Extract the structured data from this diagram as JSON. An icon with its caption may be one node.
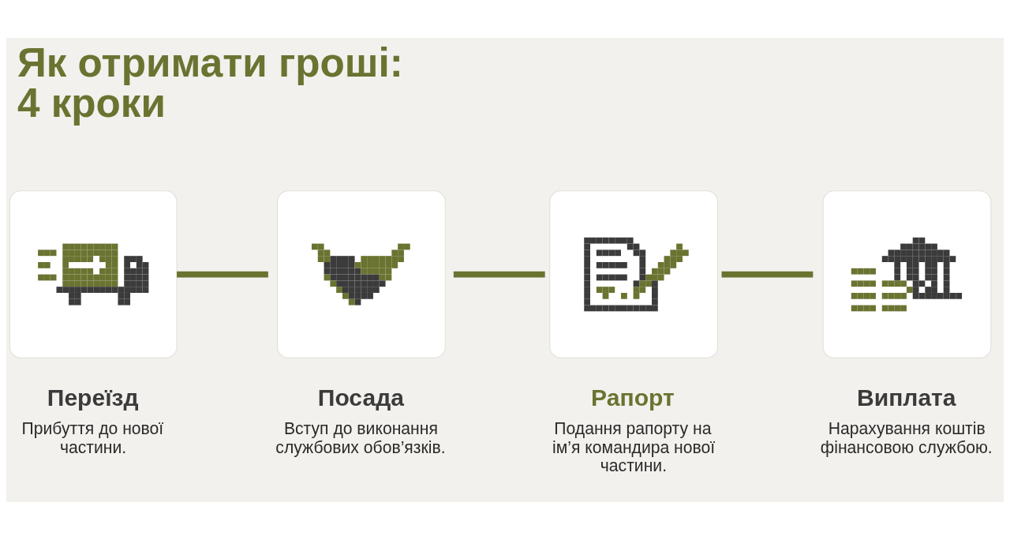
{
  "diagram": {
    "title": "Як отримати гроші: 4 кроки",
    "nodes": [
      {
        "text": [
          "Переїзд",
          "Прибуття до нової частини."
        ]
      },
      {
        "text": [
          "Посада",
          "Вступ до виконання службових обов’язків."
        ]
      },
      {
        "text": [
          "Рапорт",
          "Подання рапорту на ім’я командира нової частини."
        ]
      },
      {
        "text": [
          "Виплата",
          "Нарахування коштів фінансовою службою."
        ]
      }
    ],
    "edges": [
      {
        "from": 0,
        "to": 1,
        "arrow": "none"
      },
      {
        "from": 1,
        "to": 2,
        "arrow": "none"
      },
      {
        "from": 2,
        "to": 3,
        "arrow": "none"
      }
    ]
  }
}
